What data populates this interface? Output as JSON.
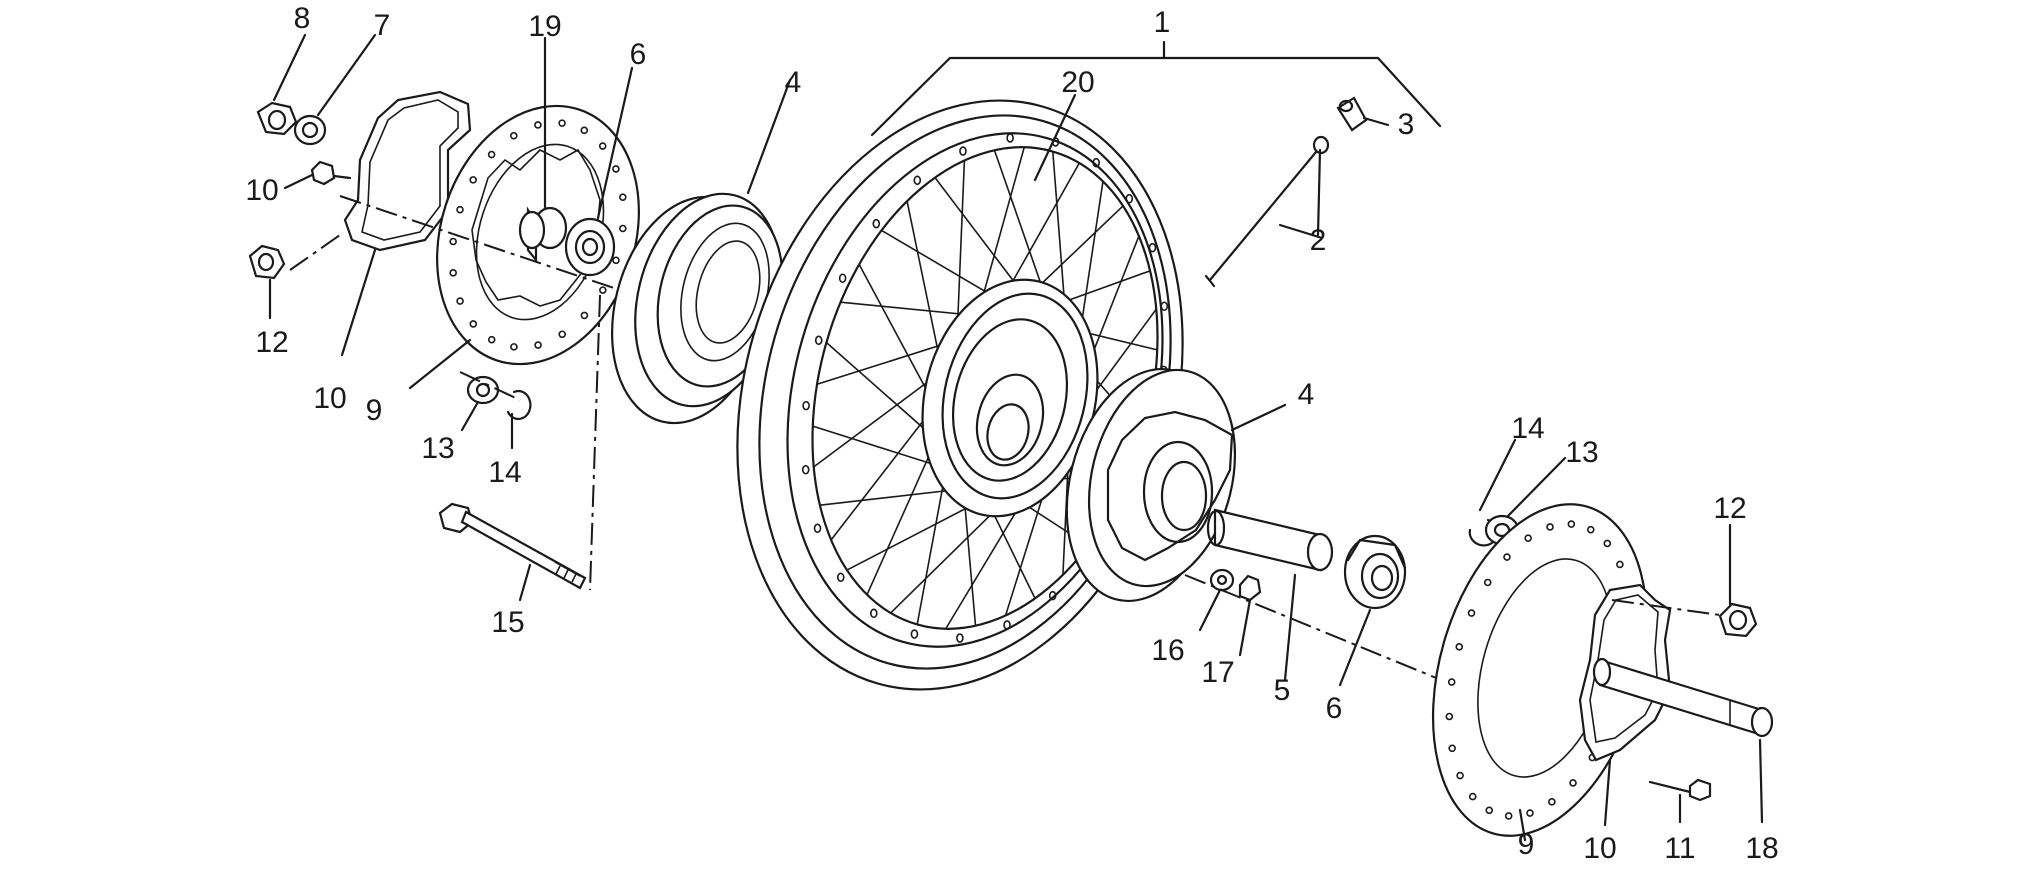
{
  "diagram": {
    "labels": [
      {
        "id": "p8",
        "text": "8"
      },
      {
        "id": "p7",
        "text": "7"
      },
      {
        "id": "p19",
        "text": "19"
      },
      {
        "id": "p6a",
        "text": "6"
      },
      {
        "id": "p4a",
        "text": "4"
      },
      {
        "id": "p1",
        "text": "1"
      },
      {
        "id": "p20",
        "text": "20"
      },
      {
        "id": "p3",
        "text": "3"
      },
      {
        "id": "p2",
        "text": "2"
      },
      {
        "id": "p10a",
        "text": "10"
      },
      {
        "id": "p12a",
        "text": "12"
      },
      {
        "id": "p10b",
        "text": "10"
      },
      {
        "id": "p9a",
        "text": "9"
      },
      {
        "id": "p13a",
        "text": "13"
      },
      {
        "id": "p14a",
        "text": "14"
      },
      {
        "id": "p15",
        "text": "15"
      },
      {
        "id": "p4b",
        "text": "4"
      },
      {
        "id": "p14b",
        "text": "14"
      },
      {
        "id": "p13b",
        "text": "13"
      },
      {
        "id": "p12b",
        "text": "12"
      },
      {
        "id": "p16",
        "text": "16"
      },
      {
        "id": "p17",
        "text": "17"
      },
      {
        "id": "p5",
        "text": "5"
      },
      {
        "id": "p6b",
        "text": "6"
      },
      {
        "id": "p9b",
        "text": "9"
      },
      {
        "id": "p10c",
        "text": "10"
      },
      {
        "id": "p11",
        "text": "11"
      },
      {
        "id": "p18",
        "text": "18"
      }
    ]
  }
}
